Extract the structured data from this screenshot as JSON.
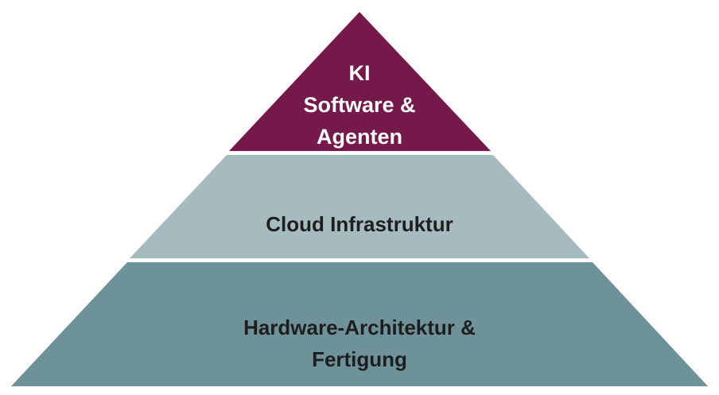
{
  "colors": {
    "top": "#75184a",
    "middle": "#a6bbc0",
    "bottom": "#6e9299",
    "top_text": "#ffffff",
    "other_text": "#1e1e1e"
  },
  "tiers": {
    "top": {
      "lines": [
        "KI",
        "Software &",
        "Agenten"
      ]
    },
    "middle": {
      "lines": [
        "Cloud Infrastruktur"
      ]
    },
    "bottom": {
      "lines": [
        "Hardware-Architektur &",
        "Fertigung"
      ]
    }
  }
}
